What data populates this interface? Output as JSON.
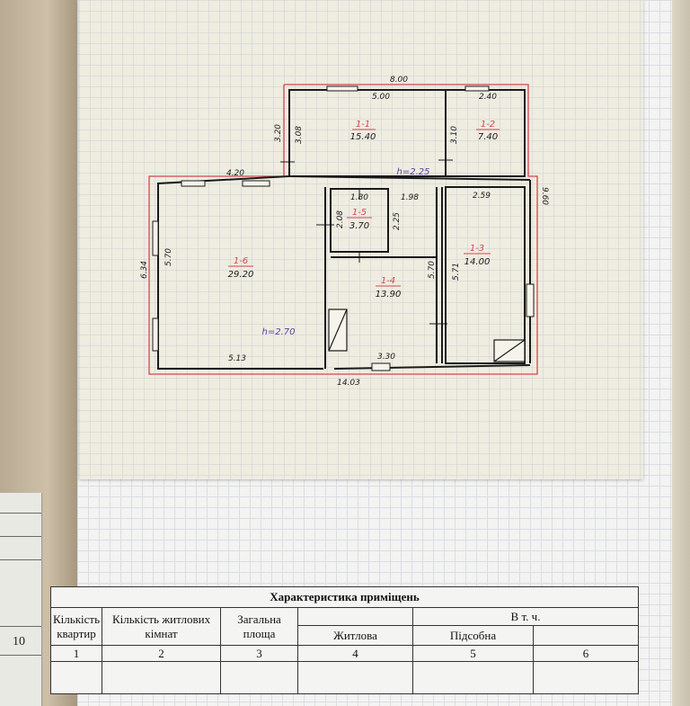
{
  "floor_plan": {
    "overall": {
      "height_note_top": "h=2.25",
      "total_width": "8.00",
      "total_depth": "9.60",
      "bottom_width": "14.03"
    },
    "rooms": [
      {
        "id": "1-1",
        "area": "15.40"
      },
      {
        "id": "1-2",
        "area": "7.40"
      },
      {
        "id": "1-3",
        "area": "14.00"
      },
      {
        "id": "1-4",
        "area": "13.90"
      },
      {
        "id": "1-5",
        "area": "3.70"
      },
      {
        "id": "1-6",
        "area": "29.20"
      }
    ],
    "dimensions": {
      "top_room1_width": "5.00",
      "top_room2_width": "2.40",
      "room1_left_height": "3.20",
      "room1_inner_height": "3.08",
      "room2_inner_height": "3.10",
      "front_left_width": "4.20",
      "room6_outer_height": "6.34",
      "room6_inner_height": "5.70",
      "room6_bottom": "5.13",
      "room5_width": "1.80",
      "room5_height": "2.08",
      "corridor_width": "1.98",
      "corridor_height": "2.25",
      "room4_height": "5.70",
      "room4_bottom": "3.30",
      "room3_width": "2.59",
      "room3_height": "5.71",
      "room6_height_note": "h=2.70"
    }
  },
  "table": {
    "title": "Характеристика приміщень",
    "headers": {
      "apartments": "Кількість квартир",
      "living_rooms": "Кількість житлових кімнат",
      "total_area": "Загальна площа",
      "of_which": "В т. ч.",
      "living": "Житлова",
      "auxiliary": "Підсобна"
    },
    "column_numbers": [
      "1",
      "2",
      "3",
      "4",
      "5",
      "6"
    ]
  },
  "left_page_number": "10",
  "colors": {
    "plan_outline": "#d4464f",
    "ink": "#1a1a1a",
    "pencil_purple": "#5b3c9c"
  }
}
